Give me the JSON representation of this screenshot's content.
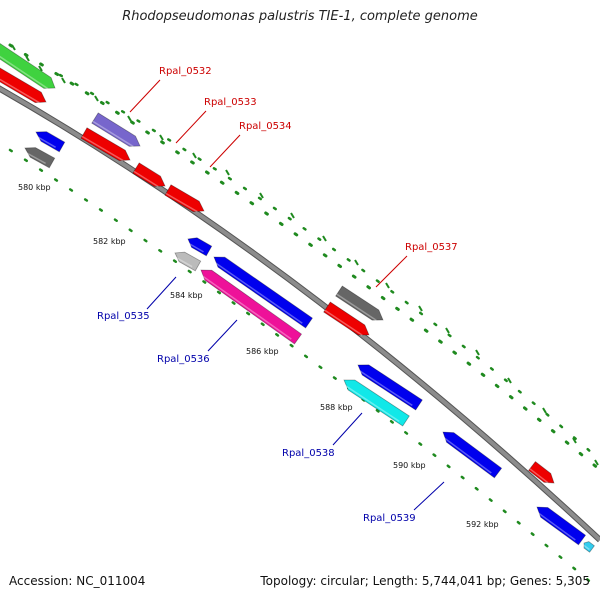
{
  "title": "Rhodopseudomonas palustris TIE-1, complete genome",
  "accession_text": "Accession: NC_011004",
  "summary_text": "Topology: circular; Length: 5,744,041 bp; Genes: 5,305",
  "colors": {
    "backbone": "#8c8c8c",
    "dots": "#1f8a1f",
    "forward_label": "#cc0000",
    "reverse_label": "#0000aa"
  },
  "ticks": [
    {
      "label": "580 kbp"
    },
    {
      "label": "582 kbp"
    },
    {
      "label": "584 kbp"
    },
    {
      "label": "586 kbp"
    },
    {
      "label": "588 kbp"
    },
    {
      "label": "590 kbp"
    },
    {
      "label": "592 kbp"
    }
  ],
  "gene_labels": [
    {
      "name": "Rpal_0532",
      "strand": "forward"
    },
    {
      "name": "Rpal_0533",
      "strand": "forward"
    },
    {
      "name": "Rpal_0534",
      "strand": "forward"
    },
    {
      "name": "Rpal_0537",
      "strand": "forward"
    },
    {
      "name": "Rpal_0535",
      "strand": "reverse"
    },
    {
      "name": "Rpal_0536",
      "strand": "reverse"
    },
    {
      "name": "Rpal_0538",
      "strand": "reverse"
    },
    {
      "name": "Rpal_0539",
      "strand": "reverse"
    }
  ],
  "features": [
    {
      "color": "#3fd23f"
    },
    {
      "color": "#ee0000"
    },
    {
      "color": "#7766cc"
    },
    {
      "color": "#ee0000"
    },
    {
      "color": "#ee0000"
    },
    {
      "color": "#ee0000"
    },
    {
      "color": "#0000ee"
    },
    {
      "color": "#666666"
    },
    {
      "color": "#0000ee"
    },
    {
      "color": "#bbbbbb"
    },
    {
      "color": "#0000ee"
    },
    {
      "color": "#ee1199"
    },
    {
      "color": "#666666"
    },
    {
      "color": "#ee0000"
    },
    {
      "color": "#0000ee"
    },
    {
      "color": "#11e8e8"
    },
    {
      "color": "#0000ee"
    },
    {
      "color": "#ee0000"
    },
    {
      "color": "#0000ee"
    },
    {
      "color": "#33ccee"
    }
  ]
}
